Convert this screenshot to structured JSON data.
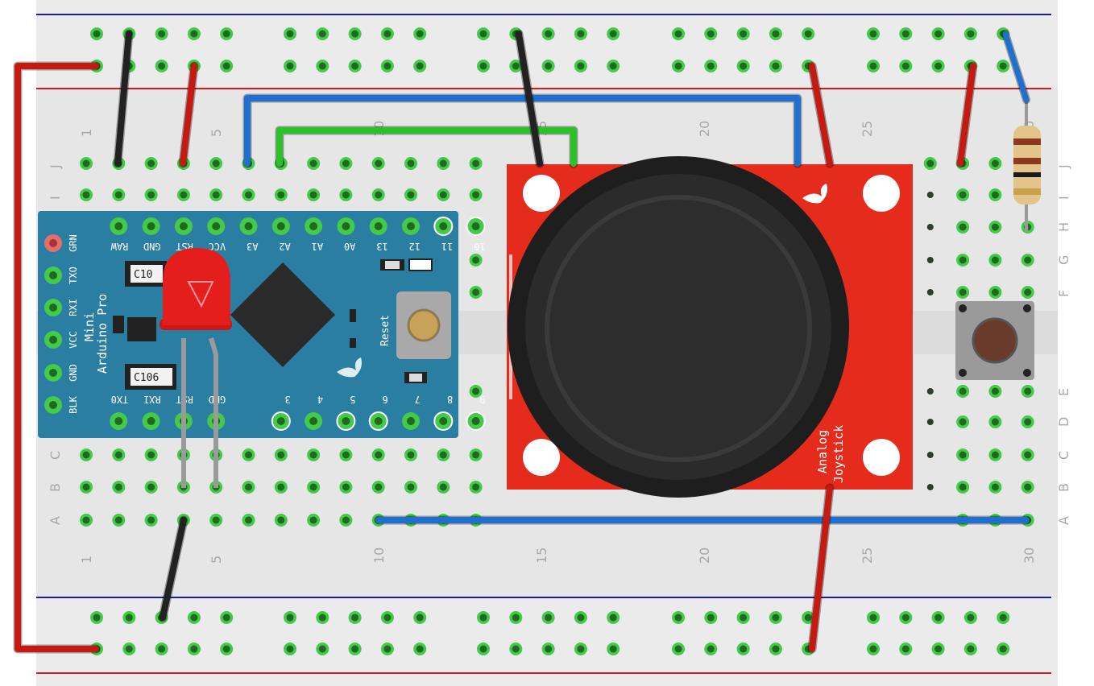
{
  "breadboard": {
    "row_letters": [
      "A",
      "B",
      "C",
      "D",
      "E",
      "F",
      "G",
      "H",
      "I",
      "J"
    ],
    "column_numbers_top": [
      "1",
      "5",
      "10",
      "15",
      "20",
      "25",
      "30"
    ],
    "column_numbers_bottom": [
      "1",
      "5",
      "10",
      "15",
      "20",
      "25",
      "30"
    ]
  },
  "arduino": {
    "name_line1": "Arduino Pro",
    "name_line2": "Mini",
    "top_pins": [
      "RAW",
      "GND",
      "RST",
      "VCC",
      "A3",
      "A2",
      "A1",
      "A0",
      "13",
      "12",
      "11",
      "10"
    ],
    "bottom_pins": [
      "TX0",
      "RXI",
      "RST",
      "GND",
      "3",
      "4",
      "5",
      "6",
      "7",
      "8",
      "9"
    ],
    "side_pins": [
      "GRN",
      "TXO",
      "RXI",
      "VCC",
      "GND",
      "BLK"
    ],
    "cap1": "C10",
    "cap2": "C106",
    "reset_label": "Reset"
  },
  "joystick": {
    "label_line1": "Analog",
    "label_line2": "Joystick"
  },
  "colors": {
    "board_bg": "#e6e6e6",
    "hole_green": "#45c94b",
    "hole_dark": "#2f3d2f",
    "rail_blue": "#1a1aa8",
    "rail_red": "#d11a1a",
    "arduino_blue": "#2a7ea1",
    "joystick_red": "#e42b1c",
    "wire_red": "#c41a12",
    "wire_black": "#222222",
    "wire_blue": "#1f6fcf",
    "wire_green": "#29c229",
    "led_red": "#e41d1d"
  }
}
